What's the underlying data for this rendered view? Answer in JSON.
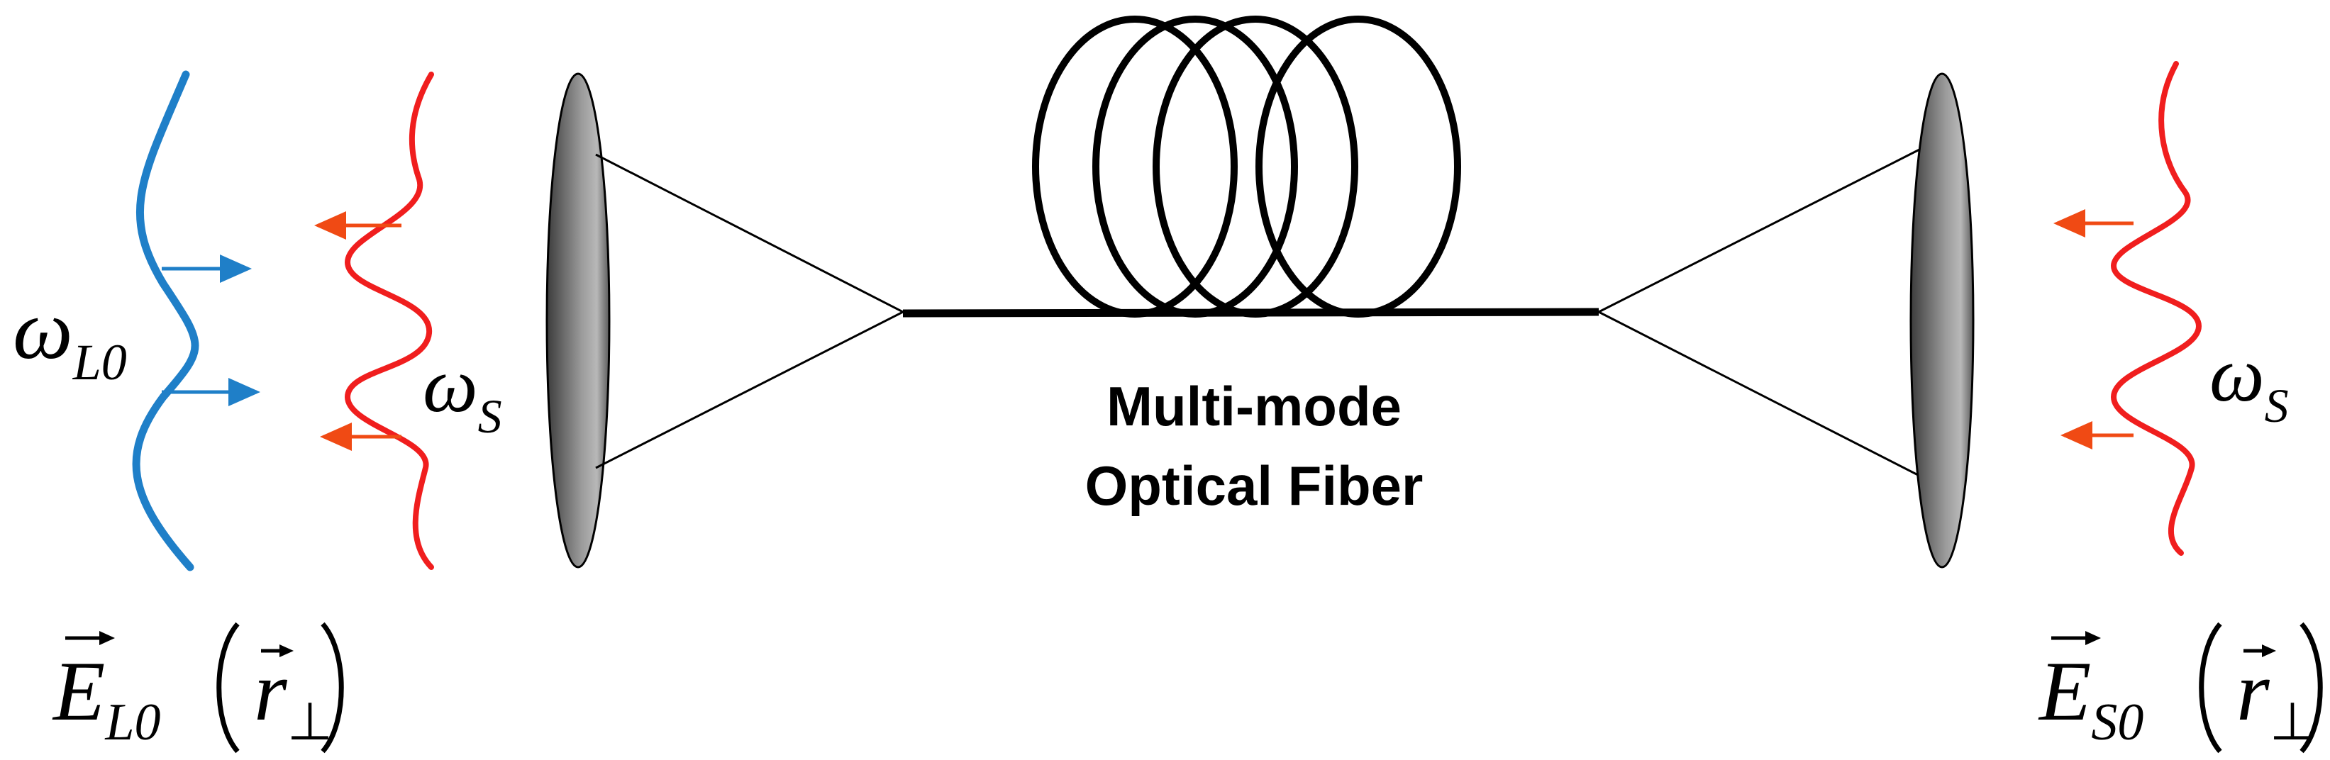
{
  "fiber": {
    "label_line1": "Multi-mode",
    "label_line2": "Optical Fiber"
  },
  "left": {
    "pump_freq_symbol": "ω",
    "pump_freq_sub": "L0",
    "stokes_freq_symbol": "ω",
    "stokes_freq_sub": "S",
    "field_symbol": "E",
    "field_sub": "L0",
    "field_arg": "r",
    "field_arg_sub": "⊥"
  },
  "right": {
    "stokes_freq_symbol": "ω",
    "stokes_freq_sub": "S",
    "field_symbol": "E",
    "field_sub": "S0",
    "field_arg": "r",
    "field_arg_sub": "⊥"
  },
  "colors": {
    "pump": "#1f7fc8",
    "stokes": "#f01e1e",
    "arrow_stokes": "#f04a14",
    "fiber": "#000000",
    "lens_dark": "#4a4a4a",
    "lens_light": "#b8b8b8"
  }
}
